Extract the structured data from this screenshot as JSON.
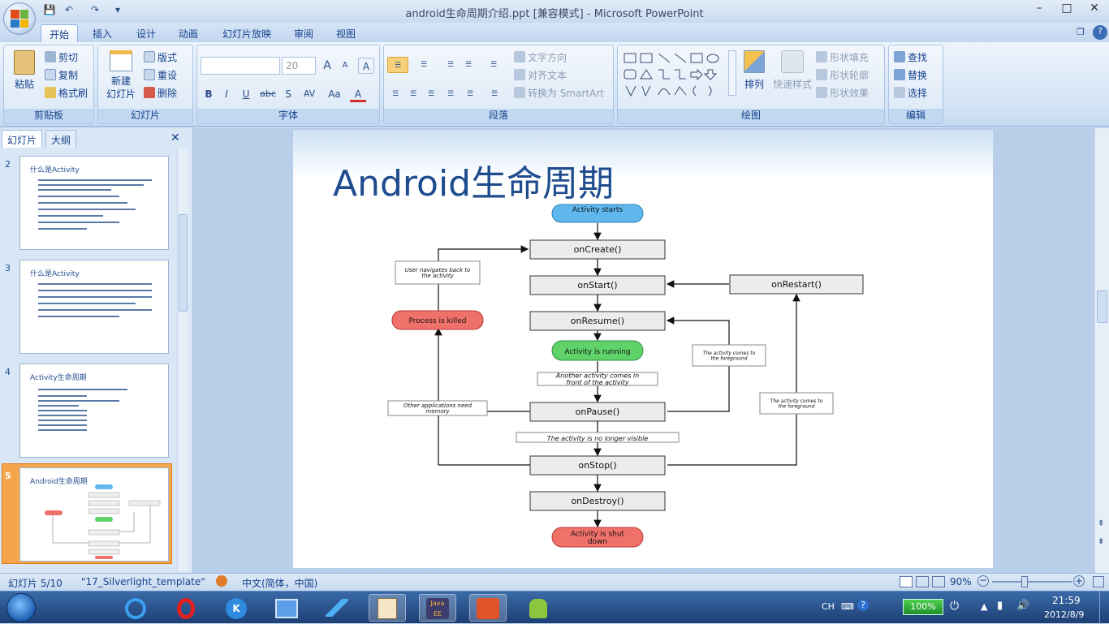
{
  "window": {
    "title": "android生命周期介绍.ppt [兼容模式] - Microsoft PowerPoint",
    "minimize": "–",
    "maximize": "□",
    "close": "✕",
    "restore": "❐",
    "close2": "✕",
    "help": "?"
  },
  "qat": {
    "save": "💾",
    "undo": "↶",
    "redo": "↷",
    "more": "▾"
  },
  "tabs": [
    "开始",
    "插入",
    "设计",
    "动画",
    "幻灯片放映",
    "审阅",
    "视图"
  ],
  "ribbon": {
    "clipboard": {
      "paste": "粘贴",
      "cut": "剪切",
      "copy": "复制",
      "format_painter": "格式刷",
      "label": "剪贴板"
    },
    "slides": {
      "new_slide": "新建",
      "new_slide2": "幻灯片",
      "layout": "版式",
      "reset": "重设",
      "delete": "删除",
      "label": "幻灯片"
    },
    "font": {
      "font_name": "",
      "font_size": "20",
      "grow": "A",
      "shrink": "A",
      "clear": "A",
      "bold": "B",
      "italic": "I",
      "underline": "U",
      "strike": "abc",
      "shadow": "S",
      "spacing": "AV",
      "case": "Aa",
      "color": "A",
      "label": "字体"
    },
    "paragraph": {
      "text_direction": "文字方向",
      "align_text": "对齐文本",
      "smartart": "转换为 SmartArt",
      "label": "段落"
    },
    "drawing": {
      "arrange": "排列",
      "quick_styles": "快速样式",
      "fill": "形状填充",
      "outline": "形状轮廓",
      "effects": "形状效果",
      "label": "绘图"
    },
    "editing": {
      "find": "查找",
      "replace": "替换",
      "select": "选择",
      "label": "编辑"
    }
  },
  "panel": {
    "tab_slides": "幻灯片",
    "tab_outline": "大纲",
    "close": "✕",
    "thumbs": [
      {
        "num": "2",
        "title": "什么是Activity"
      },
      {
        "num": "3",
        "title": "什么是Activity"
      },
      {
        "num": "4",
        "title": "Activity生命周期"
      },
      {
        "num": "5",
        "title": "Android生命周期"
      }
    ]
  },
  "slide": {
    "title": "Android生命周期",
    "diagram": {
      "start": "Activity starts",
      "onCreate": "onCreate()",
      "onStart": "onStart()",
      "onRestart": "onRestart()",
      "onResume": "onResume()",
      "running": "Activity is running",
      "onPause": "onPause()",
      "onStop": "onStop()",
      "onDestroy": "onDestroy()",
      "shutdown": "Activity is shut down",
      "killed": "Process is killed",
      "user_nav": "User navigates back to the activity",
      "another": "Another activity comes in front of the activity",
      "other_apps": "Other applications need memory",
      "no_longer": "The activity is no longer visible",
      "fg1": "The activity comes to the foreground",
      "fg2": "The activity comes to the foreground"
    }
  },
  "status": {
    "slide": "幻灯片 5/10",
    "theme": "\"17_Silverlight_template\"",
    "lang": "中文(简体，中国)",
    "zoom": "90%"
  },
  "taskbar": {
    "lang": "CH",
    "battery": "100%",
    "time": "21:59",
    "date": "2012/8/9"
  }
}
